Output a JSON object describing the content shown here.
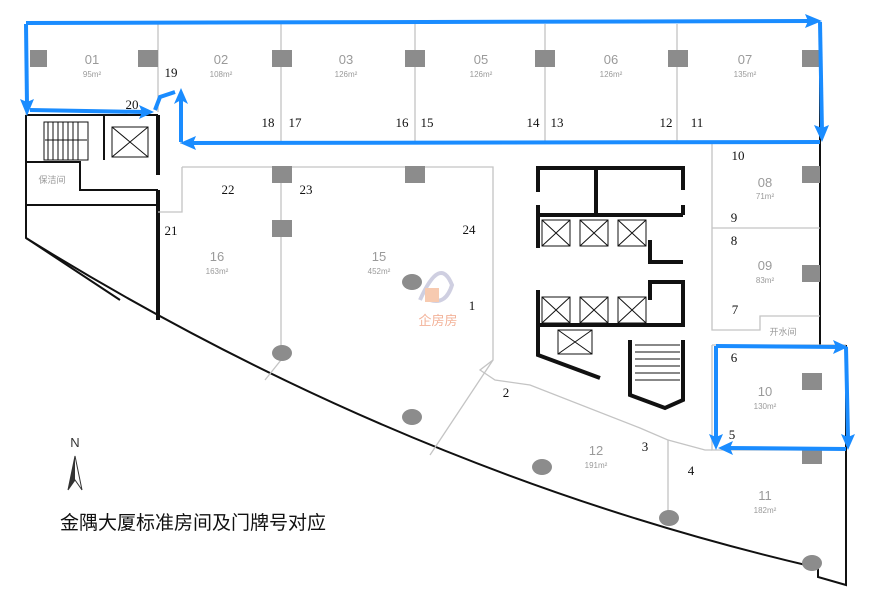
{
  "caption": "金隅大厦标准房间及门牌号对应",
  "north_label": "N",
  "watermark": "企房房",
  "colors": {
    "arrow": "#1a8cff",
    "wall": "#111111",
    "partition": "#c4c4c4",
    "column": "#8c8c8c"
  },
  "rooms": [
    {
      "number": "01",
      "area": "95m²"
    },
    {
      "number": "02",
      "area": "108m²"
    },
    {
      "number": "03",
      "area": "126m²"
    },
    {
      "number": "05",
      "area": "126m²"
    },
    {
      "number": "06",
      "area": "126m²"
    },
    {
      "number": "07",
      "area": "135m²"
    },
    {
      "number": "08",
      "area": "71m²"
    },
    {
      "number": "09",
      "area": "83m²"
    },
    {
      "number": "10",
      "area": "130m²"
    },
    {
      "number": "11",
      "area": "182m²"
    },
    {
      "number": "12",
      "area": "191m²"
    },
    {
      "number": "15",
      "area": "452m²"
    },
    {
      "number": "16",
      "area": "163m²"
    }
  ],
  "utility_rooms": [
    "保洁间",
    "开水间"
  ],
  "doors": [
    "1",
    "2",
    "3",
    "4",
    "5",
    "6",
    "7",
    "8",
    "9",
    "10",
    "11",
    "12",
    "13",
    "14",
    "15",
    "16",
    "17",
    "18",
    "19",
    "20",
    "21",
    "22",
    "23",
    "24"
  ]
}
